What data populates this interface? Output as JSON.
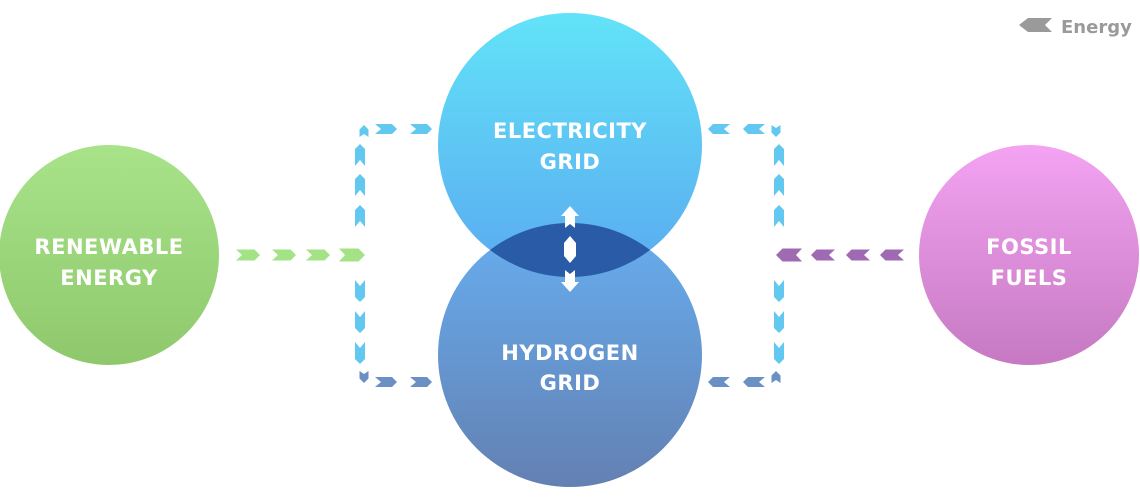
{
  "legend": {
    "label": "Energy",
    "icon": "chevron-arrow-icon",
    "color": "#9a9a9a"
  },
  "nodes": {
    "renewable": {
      "line1": "RENEWABLE",
      "line2": "ENERGY",
      "color_top": "#a8e38a",
      "color_bottom": "#8fc86c"
    },
    "electricity": {
      "line1": "ELECTRICITY",
      "line2": "GRID",
      "color_top": "#62e3f8",
      "color_bottom": "#5aaaf0"
    },
    "hydrogen": {
      "line1": "HYDROGEN",
      "line2": "GRID",
      "color_top": "#66aef0",
      "color_bottom": "#6480b2"
    },
    "fossil": {
      "line1": "FOSSIL",
      "line2": "FUELS",
      "color_top": "#f3a3f2",
      "color_bottom": "#c679c2"
    }
  },
  "colors": {
    "overlap": "#2a5ba6",
    "renewable_flow": "#a3e385",
    "fossil_flow": "#a06ab3",
    "grid_flow_top": "#62c8f0",
    "grid_flow_bottom": "#6a90c4",
    "exchange_arrow": "#ffffff"
  }
}
